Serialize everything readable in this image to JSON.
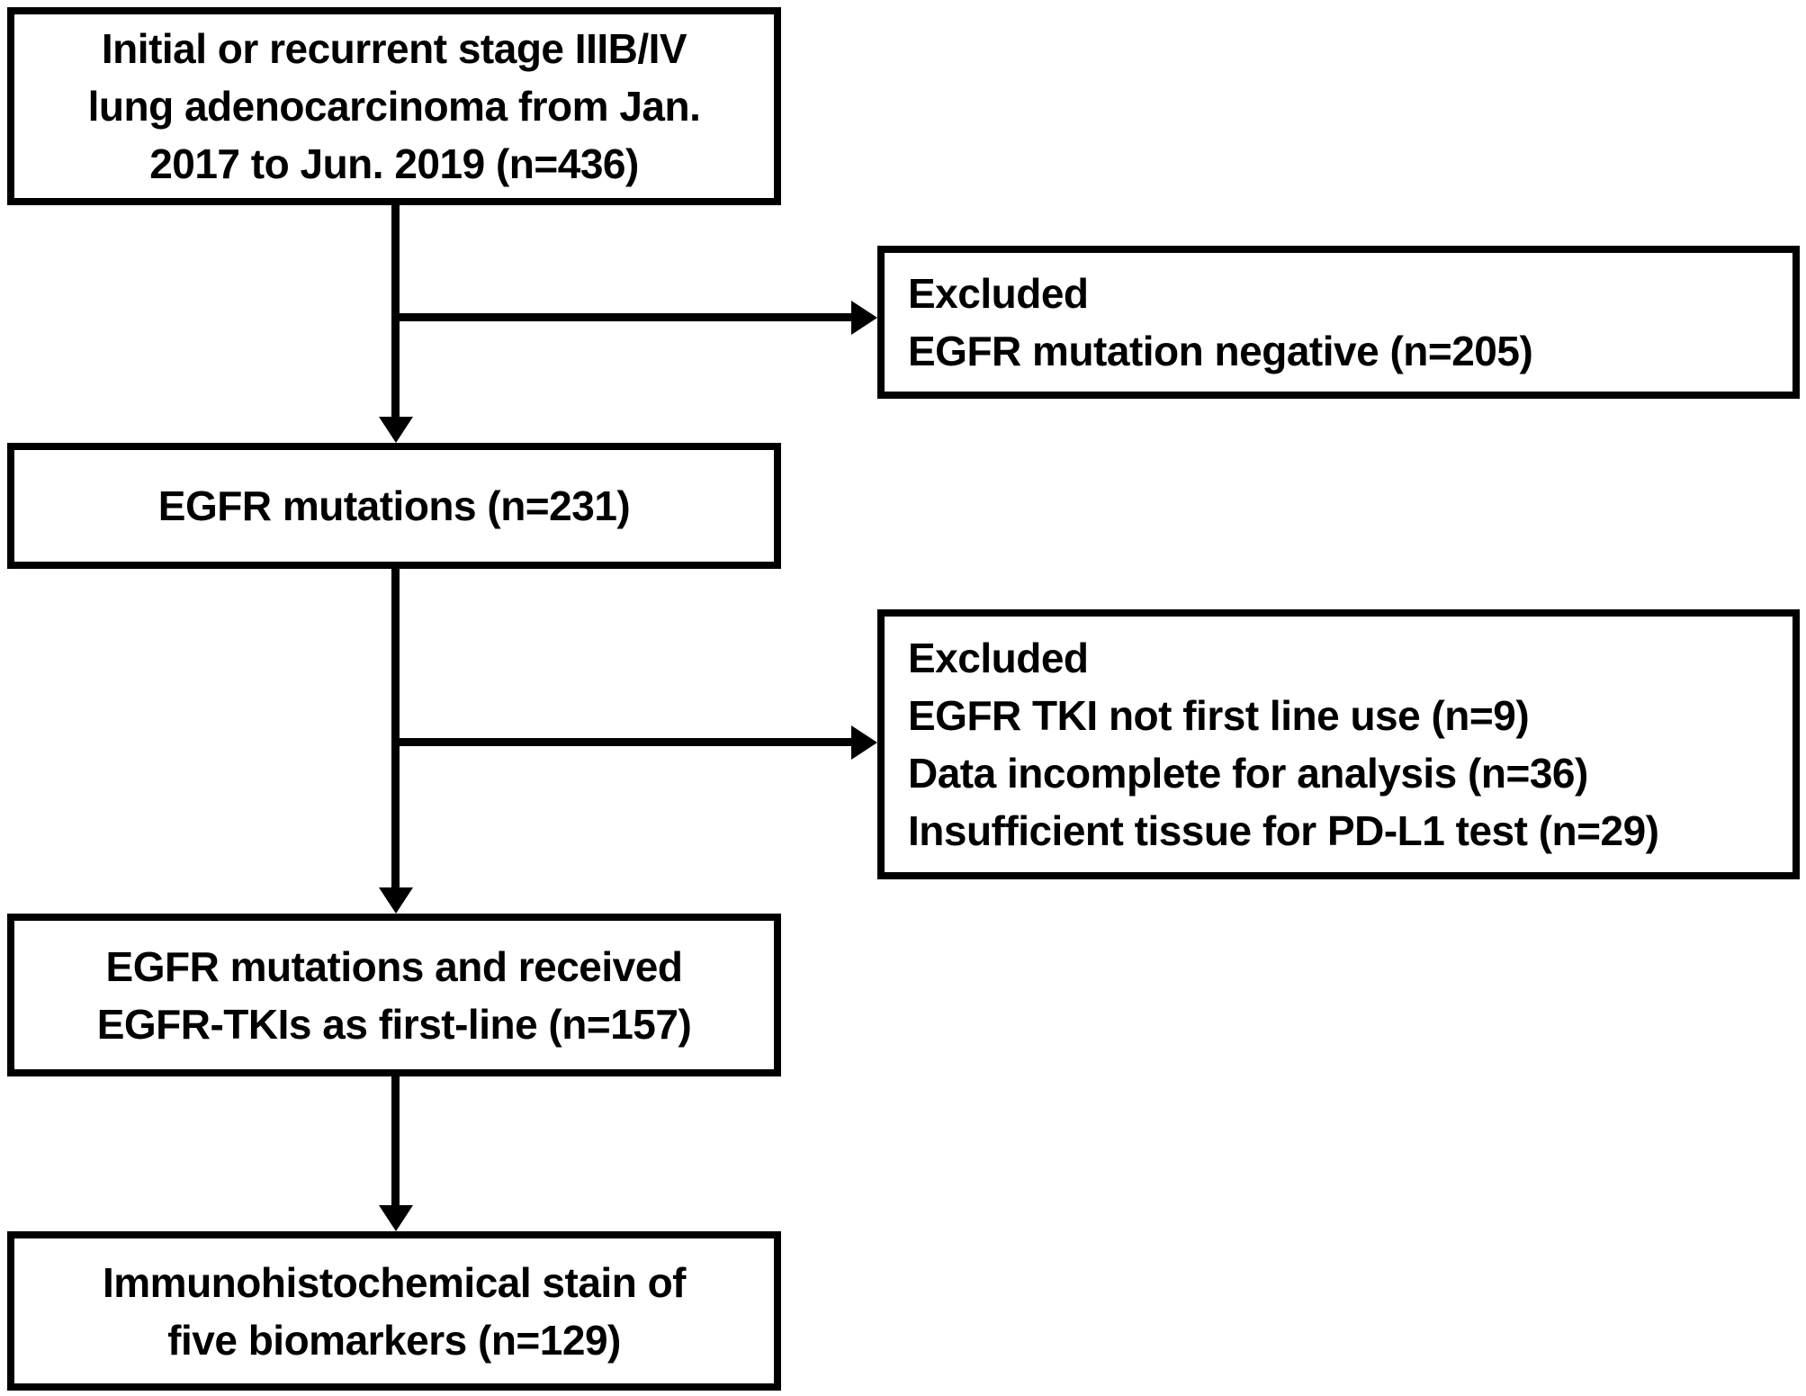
{
  "diagram": {
    "type": "flowchart",
    "colors": {
      "background": "#ffffff",
      "box_fill": "#ffffff",
      "border": "#000000",
      "text": "#000000"
    },
    "main_boxes": [
      {
        "id": "eligible",
        "lines": {
          "0": "Initial or recurrent stage IIIB/IV",
          "1": "lung adenocarcinoma from Jan.",
          "2": "2017 to Jun. 2019 (n=436)"
        },
        "n": 436
      },
      {
        "id": "egfr-mutations",
        "lines": {
          "0": "EGFR mutations (n=231)"
        },
        "n": 231
      },
      {
        "id": "first-line-tki",
        "lines": {
          "0": "EGFR mutations and received",
          "1": "EGFR-TKIs as first-line (n=157)"
        },
        "n": 157
      },
      {
        "id": "ihc-biomarkers",
        "lines": {
          "0": "Immunohistochemical stain of",
          "1": "five biomarkers (n=129)"
        },
        "n": 129
      }
    ],
    "exclusion_boxes": [
      {
        "id": "excluded-egfr-negative",
        "lines": {
          "0": "Excluded",
          "1": "EGFR mutation negative (n=205)"
        },
        "n_total": 205
      },
      {
        "id": "excluded-other",
        "lines": {
          "0": "Excluded",
          "1": "EGFR TKI not first line use (n=9)",
          "2": "Data incomplete for analysis (n=36)",
          "3": "Insufficient tissue for PD-L1 test (n=29)"
        },
        "n_values": [
          9,
          36,
          29
        ]
      }
    ]
  }
}
